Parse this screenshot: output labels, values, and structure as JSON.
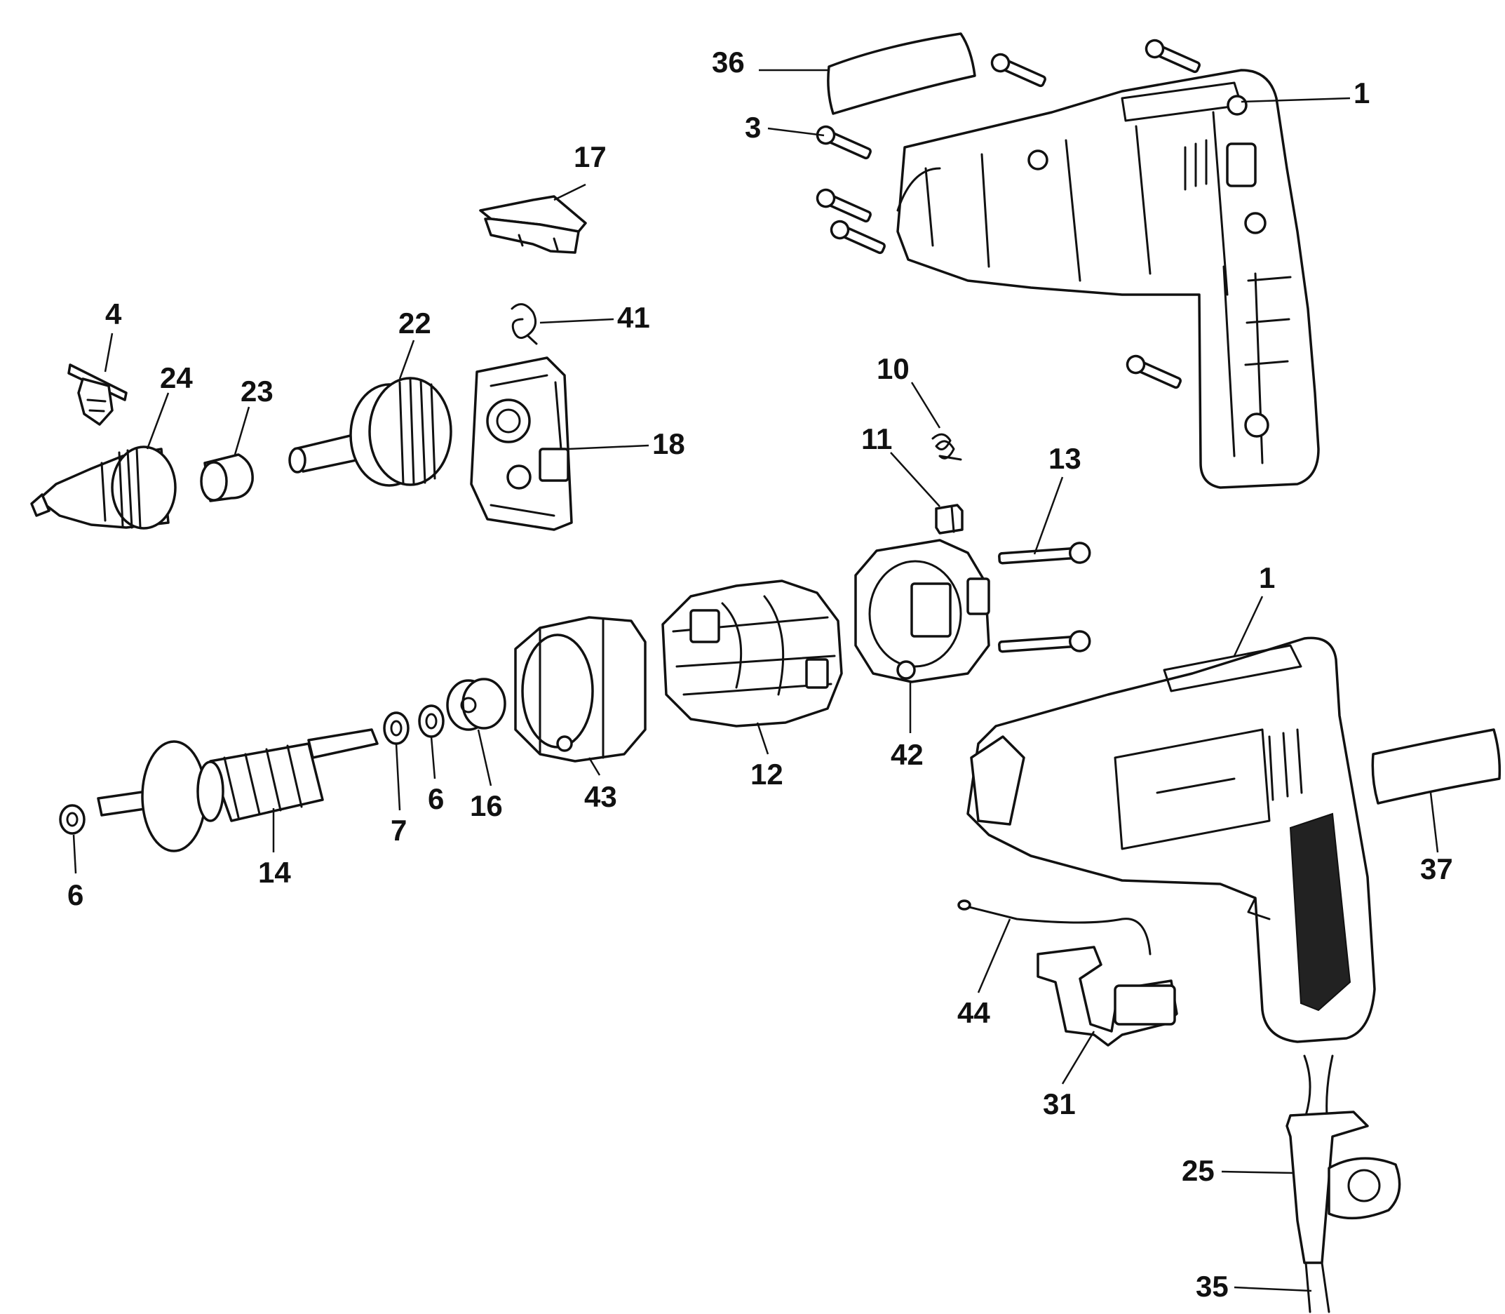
{
  "diagram": {
    "colors": {
      "ink": "#111111",
      "paper": "#ffffff"
    },
    "callouts": [
      {
        "id": "c36",
        "text": "36"
      },
      {
        "id": "c3",
        "text": "3"
      },
      {
        "id": "c1a",
        "text": "1"
      },
      {
        "id": "c17",
        "text": "17"
      },
      {
        "id": "c4",
        "text": "4"
      },
      {
        "id": "c22",
        "text": "22"
      },
      {
        "id": "c41",
        "text": "41"
      },
      {
        "id": "c24",
        "text": "24"
      },
      {
        "id": "c23",
        "text": "23"
      },
      {
        "id": "c18",
        "text": "18"
      },
      {
        "id": "c10",
        "text": "10"
      },
      {
        "id": "c11",
        "text": "11"
      },
      {
        "id": "c13",
        "text": "13"
      },
      {
        "id": "c1b",
        "text": "1"
      },
      {
        "id": "c12",
        "text": "12"
      },
      {
        "id": "c42",
        "text": "42"
      },
      {
        "id": "c43",
        "text": "43"
      },
      {
        "id": "c16",
        "text": "16"
      },
      {
        "id": "c6a",
        "text": "6"
      },
      {
        "id": "c7",
        "text": "7"
      },
      {
        "id": "c14",
        "text": "14"
      },
      {
        "id": "c6b",
        "text": "6"
      },
      {
        "id": "c37",
        "text": "37"
      },
      {
        "id": "c44",
        "text": "44"
      },
      {
        "id": "c31",
        "text": "31"
      },
      {
        "id": "c25",
        "text": "25"
      },
      {
        "id": "c35",
        "text": "35"
      }
    ]
  }
}
